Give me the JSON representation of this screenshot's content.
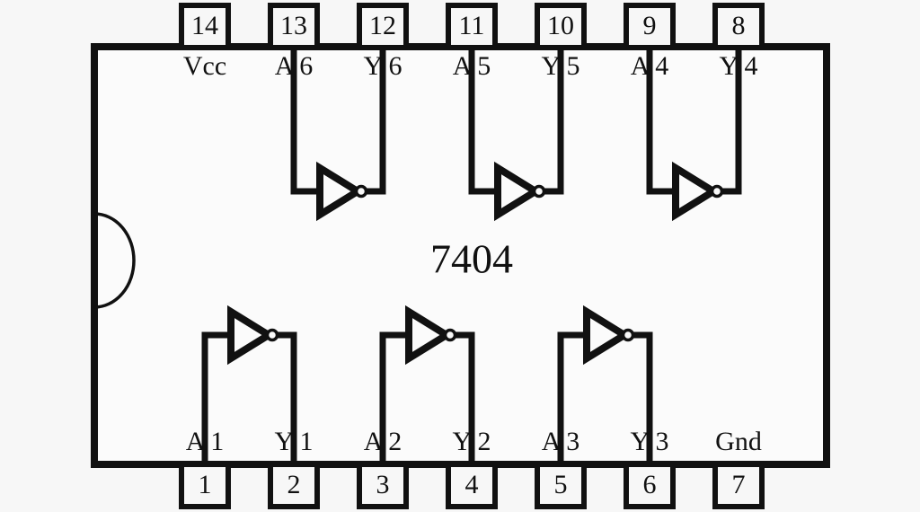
{
  "diagram": {
    "title": "7404",
    "chip_label": "7404",
    "background_color": "#f7f7f7",
    "line_color": "#111111",
    "package": {
      "notch_icon": "semicircle-notch-icon"
    },
    "top_pins": [
      {
        "number": "14",
        "signal": "Vcc"
      },
      {
        "number": "13",
        "signal": "A 6"
      },
      {
        "number": "12",
        "signal": "Y 6"
      },
      {
        "number": "11",
        "signal": "A 5"
      },
      {
        "number": "10",
        "signal": "Y 5"
      },
      {
        "number": "9",
        "signal": "A 4"
      },
      {
        "number": "8",
        "signal": "Y 4"
      }
    ],
    "bottom_pins": [
      {
        "number": "1",
        "signal": "A 1"
      },
      {
        "number": "2",
        "signal": "Y 1"
      },
      {
        "number": "3",
        "signal": "A 2"
      },
      {
        "number": "4",
        "signal": "Y 2"
      },
      {
        "number": "5",
        "signal": "A 3"
      },
      {
        "number": "6",
        "signal": "Y 3"
      },
      {
        "number": "7",
        "signal": "Gnd"
      }
    ],
    "gates": [
      {
        "name": "inverter-6",
        "input": "A 6",
        "output": "Y 6",
        "row": "top"
      },
      {
        "name": "inverter-5",
        "input": "A 5",
        "output": "Y 5",
        "row": "top"
      },
      {
        "name": "inverter-4",
        "input": "A 4",
        "output": "Y 4",
        "row": "top"
      },
      {
        "name": "inverter-1",
        "input": "A 1",
        "output": "Y 1",
        "row": "bottom"
      },
      {
        "name": "inverter-2",
        "input": "A 2",
        "output": "Y 2",
        "row": "bottom"
      },
      {
        "name": "inverter-3",
        "input": "A 3",
        "output": "Y 3",
        "row": "bottom"
      }
    ]
  }
}
